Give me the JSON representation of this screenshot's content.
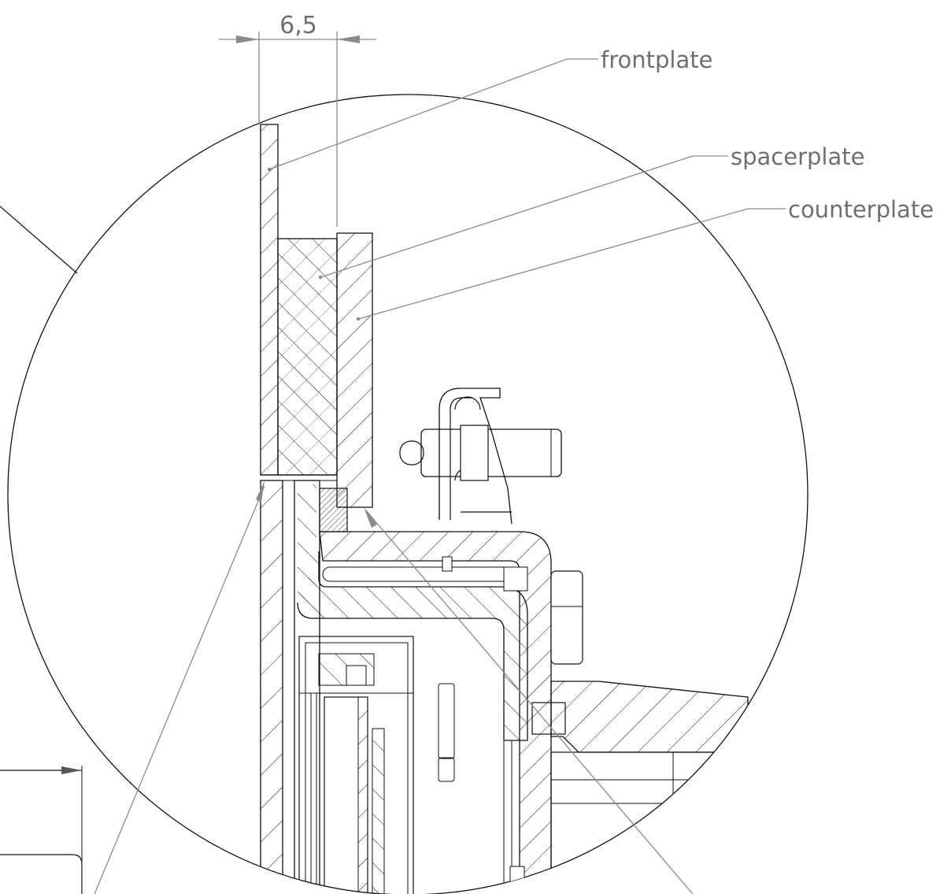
{
  "dimension": {
    "value": "6,5"
  },
  "callouts": {
    "frontplate": "frontplate",
    "spacerplate": "spacerplate",
    "counterplate": "counterplate"
  },
  "colors": {
    "outline": "#111111",
    "leader": "#8a8a8a",
    "label": "#6f6f6f",
    "background": "#ffffff"
  }
}
